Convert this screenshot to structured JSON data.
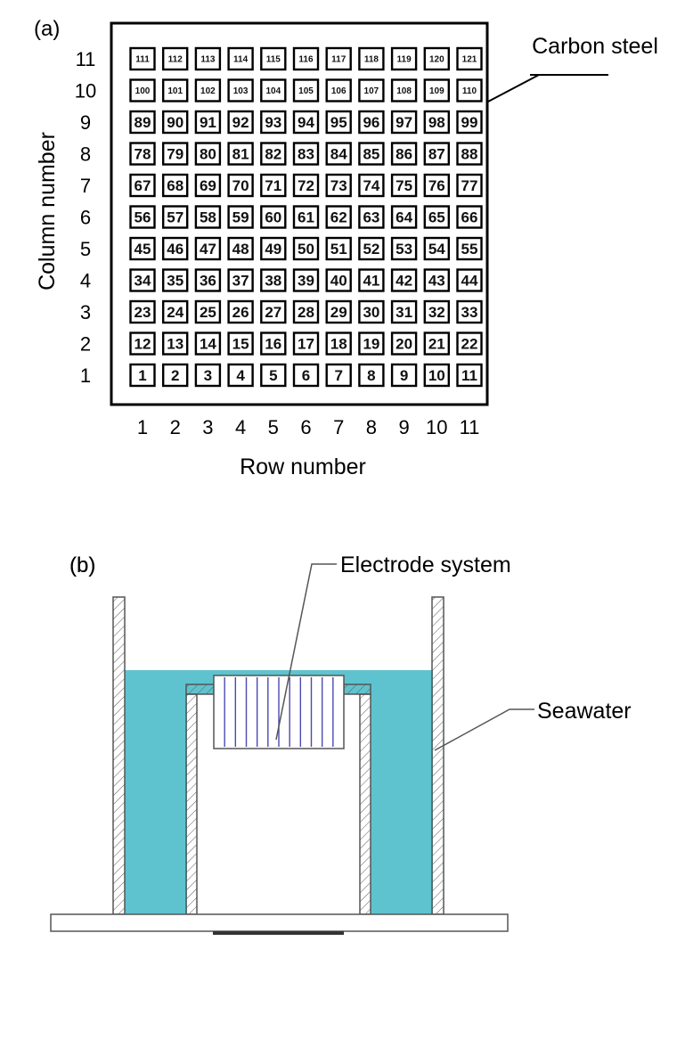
{
  "panel_a": {
    "label": "(a)",
    "carbon_steel_label": "Carbon steel",
    "y_axis_title": "Column number",
    "x_axis_title": "Row number",
    "column_numbers": [
      "1",
      "2",
      "3",
      "4",
      "5",
      "6",
      "7",
      "8",
      "9",
      "10",
      "11"
    ],
    "row_numbers": [
      "1",
      "2",
      "3",
      "4",
      "5",
      "6",
      "7",
      "8",
      "9",
      "10",
      "11"
    ],
    "grid_rows": 11,
    "grid_cols": 11,
    "cells": [
      "1",
      "2",
      "3",
      "4",
      "5",
      "6",
      "7",
      "8",
      "9",
      "10",
      "11",
      "12",
      "13",
      "14",
      "15",
      "16",
      "17",
      "18",
      "19",
      "20",
      "21",
      "22",
      "23",
      "24",
      "25",
      "26",
      "27",
      "28",
      "29",
      "30",
      "31",
      "32",
      "33",
      "34",
      "35",
      "36",
      "37",
      "38",
      "39",
      "40",
      "41",
      "42",
      "43",
      "44",
      "45",
      "46",
      "47",
      "48",
      "49",
      "50",
      "51",
      "52",
      "53",
      "54",
      "55",
      "56",
      "57",
      "58",
      "59",
      "60",
      "61",
      "62",
      "63",
      "64",
      "65",
      "66",
      "67",
      "68",
      "69",
      "70",
      "71",
      "72",
      "73",
      "74",
      "75",
      "76",
      "77",
      "78",
      "79",
      "80",
      "81",
      "82",
      "83",
      "84",
      "85",
      "86",
      "87",
      "88",
      "89",
      "90",
      "91",
      "92",
      "93",
      "94",
      "95",
      "96",
      "97",
      "98",
      "99",
      "100",
      "101",
      "102",
      "103",
      "104",
      "105",
      "106",
      "107",
      "108",
      "109",
      "110",
      "111",
      "112",
      "113",
      "114",
      "115",
      "116",
      "117",
      "118",
      "119",
      "120",
      "121"
    ]
  },
  "panel_b": {
    "label": "(b)",
    "electrode_label": "Electrode system",
    "seawater_label": "Seawater",
    "colors": {
      "seawater": "#5fc3cf",
      "electrode_lines": "#4a4ab0",
      "outline": "#555555"
    }
  }
}
